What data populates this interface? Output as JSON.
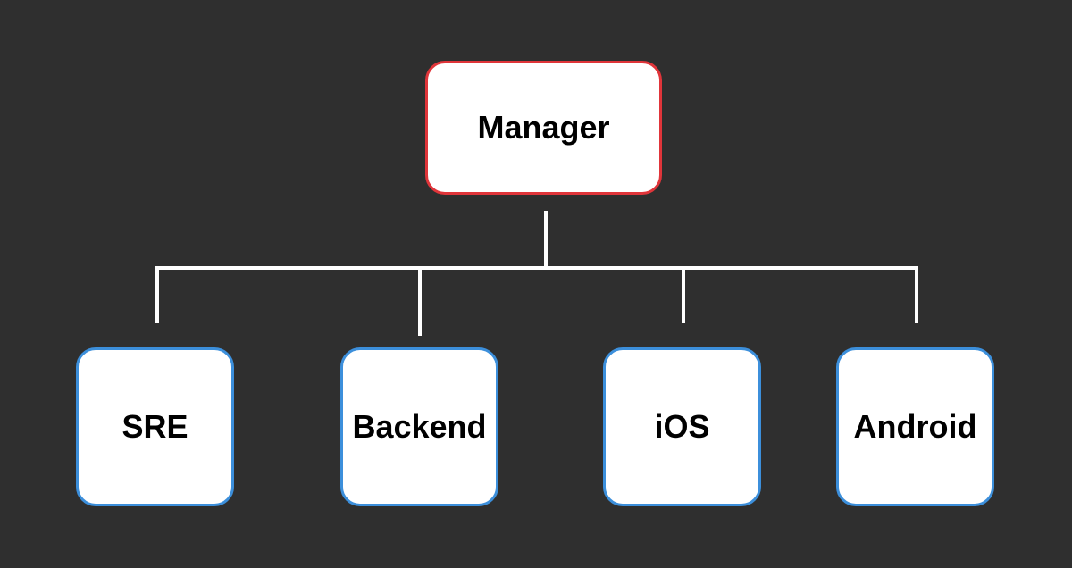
{
  "root": {
    "label": "Manager",
    "border_color": "#e0353a"
  },
  "children": [
    {
      "label": "SRE",
      "border_color": "#3c8fdb"
    },
    {
      "label": "Backend",
      "border_color": "#3c8fdb"
    },
    {
      "label": "iOS",
      "border_color": "#3c8fdb"
    },
    {
      "label": "Android",
      "border_color": "#3c8fdb"
    }
  ],
  "colors": {
    "background": "#2f2f2f",
    "node_fill": "#ffffff",
    "connector": "#ffffff",
    "text": "#000000"
  }
}
